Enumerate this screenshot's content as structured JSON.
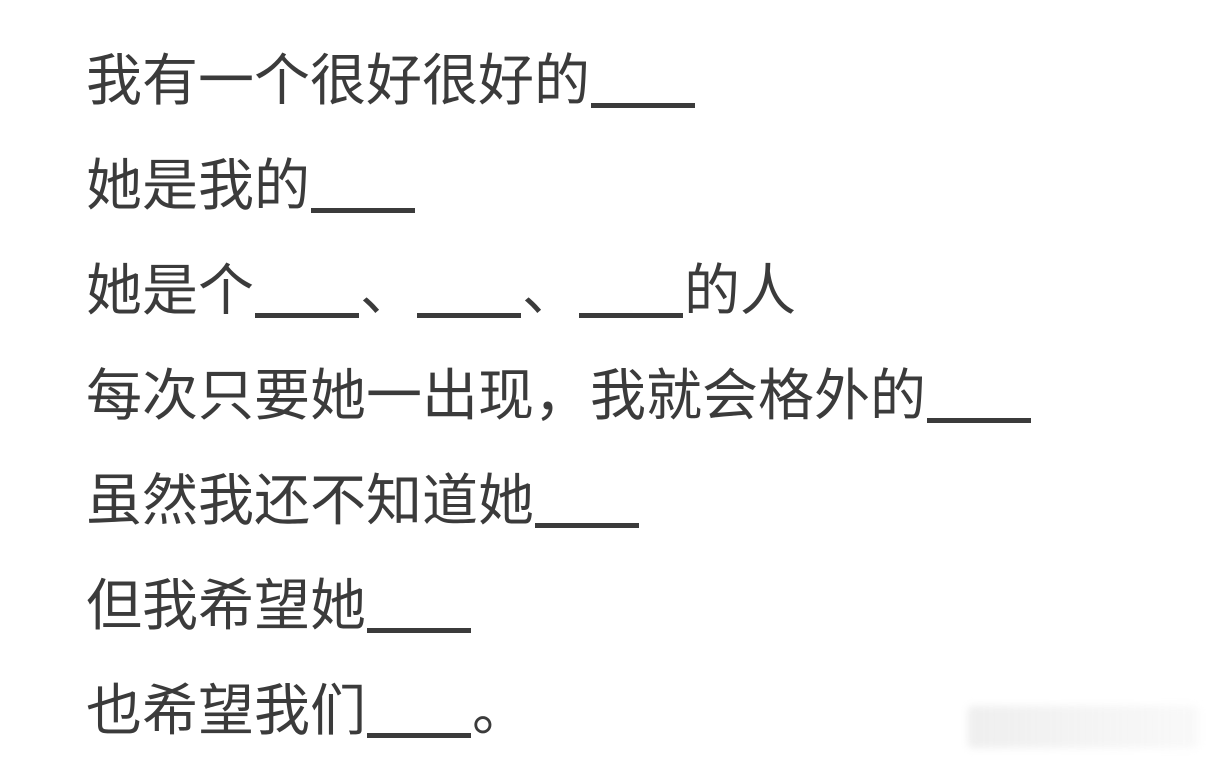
{
  "document": {
    "lines": [
      [
        {
          "t": "我有一个很好很好的"
        },
        {
          "blank": true
        }
      ],
      [
        {
          "t": "她是我的"
        },
        {
          "blank": true
        }
      ],
      [
        {
          "t": "她是个"
        },
        {
          "blank": true
        },
        {
          "t": "、"
        },
        {
          "blank": true
        },
        {
          "t": "、"
        },
        {
          "blank": true
        },
        {
          "t": "的人"
        }
      ],
      [
        {
          "t": "每次只要她一出现，我就会格外的"
        },
        {
          "blank": true
        }
      ],
      [
        {
          "t": "虽然我还不知道她"
        },
        {
          "blank": true
        }
      ],
      [
        {
          "t": "但我希望她"
        },
        {
          "blank": true
        }
      ],
      [
        {
          "t": "也希望我们"
        },
        {
          "blank": true
        },
        {
          "t": "。"
        }
      ]
    ]
  },
  "colors": {
    "text": "#3b3b3b",
    "background": "#ffffff"
  }
}
